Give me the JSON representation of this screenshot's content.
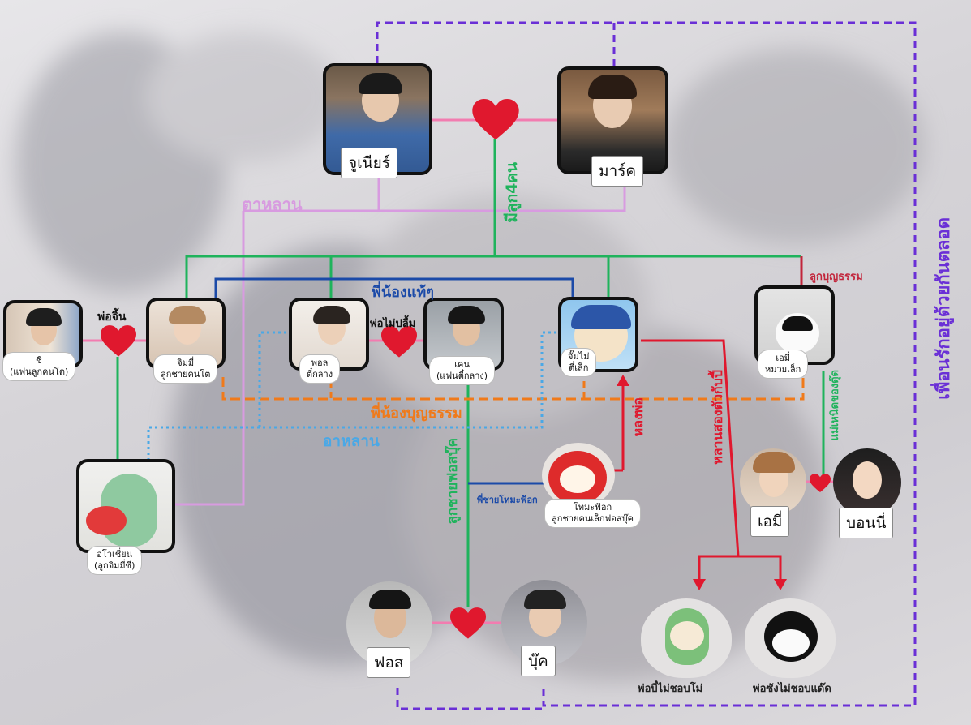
{
  "people": {
    "junior": "จูเนียร์",
    "mark": "มาร์ค",
    "zee": "ซี\n(แฟนลูกคนโต)",
    "jimmy": "จิมมี่\nลูกชายคนโต",
    "pol": "พอล\nตี๋กลาง",
    "ken": "เคน\n(แฟนตี๋กลาง)",
    "jummai": "จั๊มไม่\nตี๋เล็ก",
    "ae": "เอมี่\nหมวยเล็ก",
    "aovi": "อโวเชี่ยน\n(ลูกจิมมี่ซี)",
    "tomato": "โทมะฟ้อก\nลูกชายคนเล็กฟอสบุ๊ค",
    "amy": "เอมี่",
    "bonnie": "บอนนี่",
    "fos": "ฟอส",
    "book": "บุ๊ค",
    "bee_plush": "พ่อบี๋ไม่ชอบโม่",
    "orca_plush": "พ่อซังไม่ชอบแด๊ด"
  },
  "labels": {
    "grand_nephew": "ตาหลาน",
    "four_kids": "มีลูก4คน",
    "real_siblings": "พี่น้องแท้ๆ",
    "adopted_child": "ลูกบุญธรรม",
    "dad_jin": "พ่อจิ้น",
    "dad_not_happy": "พ่อไม่ปลื้ม",
    "adopted_siblings": "พี่น้องบุญธรรม",
    "uncle_nephew": "อาหลาน",
    "son_fosbook": "ลูกชายฟอสบุ๊ค",
    "brother_tomato": "พี่ชายโทมะฟ้อก",
    "love_brother": "หลงพ่อ",
    "raised_like": "หลานสองตัวกับปี้",
    "raise_sister": "แม่เหนิดของตุ๊ด",
    "ppl_pair": "เพื่อนรักอยู่ด้วยกันตลอด"
  },
  "colors": {
    "pink": "#f27cb0",
    "green": "#1fb35c",
    "blue": "#1b4aa8",
    "orange": "#f07a1a",
    "sky": "#4aa8e6",
    "lilac": "#d89be0",
    "red": "#e0182e",
    "purple": "#6a2fd6",
    "crimson": "#c2253b"
  }
}
